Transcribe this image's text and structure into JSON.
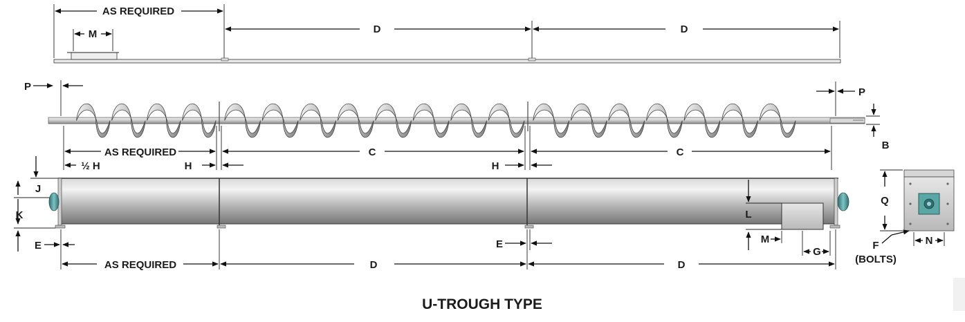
{
  "title": "U-TROUGH TYPE",
  "labels": {
    "as_required": "AS REQUIRED",
    "d": "D",
    "c": "C",
    "m": "M",
    "p": "P",
    "b": "B",
    "half_h": "½ H",
    "h": "H",
    "j": "J",
    "k": "K",
    "e": "E",
    "l": "L",
    "g": "G",
    "q": "Q",
    "n": "N",
    "f": "F",
    "bolts": "(BOLTS)"
  },
  "colors": {
    "line": "#111111",
    "trough_dark": "#8a8a8a",
    "trough_light": "#f2f2f2",
    "bearing_teal": "#4a9a9a"
  }
}
